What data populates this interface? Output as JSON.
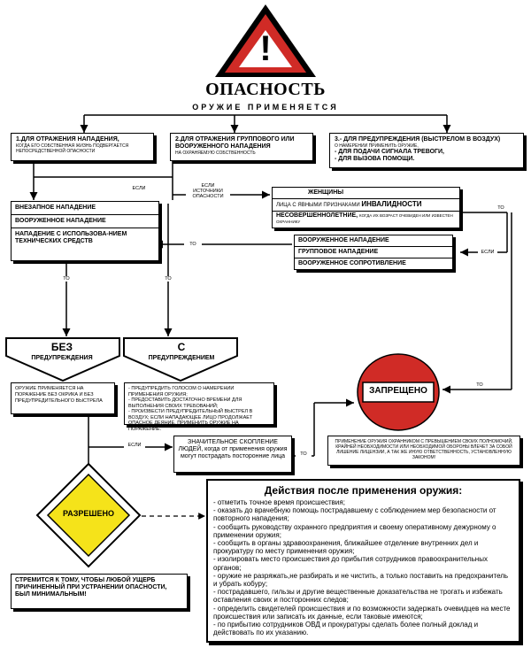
{
  "header": {
    "title": "ОПАСНОСТЬ",
    "subtitle": "ОРУЖИЕ ПРИМЕНЯЕТСЯ",
    "warning_mark": "!"
  },
  "top_boxes": {
    "b1_title": "1.ДЛЯ ОТРАЖЕНИЯ НАПАДЕНИЯ,",
    "b1_note": "КОГДА ЕГО СОБСТВЕННАЯ ЖИЗНЬ ПОДВЕРГАЕТСЯ НЕПОСРЕДСТВЕННОЙ ОПАСНОСТИ",
    "b2_title": "2.ДЛЯ ОТРАЖЕНИЯ ГРУППОВОГО ИЛИ ВООРУЖЕННОГО НАПАДЕНИЯ",
    "b2_note": "НА ОХРАНЯЕМУЮ СОБСТВЕННОСТЬ",
    "b3_title": "3.- ДЛЯ ПРЕДУПРЕЖДЕНИЯ (ВЫСТРЕЛОМ В ВОЗДУХ)",
    "b3_note": "О НАМЕРЕНИИ ПРИМЕНИТЬ ОРУЖИЕ,",
    "b3_item1": "- ДЛЯ ПОДАЧИ СИГНАЛА ТРЕВОГИ,",
    "b3_item2": "- ДЛЯ ВЫЗОВА ПОМОЩИ."
  },
  "labels": {
    "if": "ЕСЛИ",
    "if_sources": "ЕСЛИ ИСТОЧНИКИ ОПАСНОСТИ",
    "to": "ТО"
  },
  "left_group": {
    "item1": "ВНЕЗАПНОЕ НАПАДЕНИЕ",
    "item2": "ВООРУЖЕННОЕ НАПАДЕНИЕ",
    "item3": "НАПАДЕНИЕ С ИСПОЛЬЗОВА-НИЕМ ТЕХНИЧЕСКИХ СРЕДСТВ"
  },
  "persons_group": {
    "item1": "ЖЕНЩИНЫ",
    "item2_pre": "ЛИЦА С ЯВНЫМИ ПРИЗНАКАМИ",
    "item2_main": "ИНВАЛИДНОСТИ",
    "item3_main": "НЕСОВЕРШЕННОЛЕТНИЕ,",
    "item3_note": "КОГДА ИХ ВОЗРАСТ ОЧЕВИДЕН ИЛИ ИЗВЕСТЕН ОХРАННИКУ"
  },
  "attack_group": {
    "item1": "ВООРУЖЕННОЕ НАПАДЕНИЕ",
    "item2": "ГРУППОВОЕ НАПАДЕНИЕ",
    "item3": "ВООРУЖЕННОЕ СОПРОТИВЛЕНИЕ"
  },
  "arrows": {
    "without_title": "БЕЗ",
    "without_sub": "ПРЕДУПРЕЖДЕНИЯ",
    "with_title": "С",
    "with_sub": "ПРЕДУПРЕЖДЕНИЕМ"
  },
  "without_box": {
    "text": "ОРУЖИЕ ПРИМЕНЯЕТСЯ НА ПОРАЖЕНИЕ БЕЗ ОКРИКА И БЕЗ ПРЕДУПРЕДИТЕЛЬНОГО ВЫСТРЕЛА"
  },
  "with_box": {
    "line1": "- ПРЕДУПРЕДИТЬ ГОЛОСОМ О НАМЕРЕНИИ ПРИМЕНЕНИЯ ОРУЖИЯ;",
    "line2": "- ПРЕДОСТАВИТЬ ДОСТАТОЧНО ВРЕМЕНИ ДЛЯ ВЫПОЛНЕНИЯ СВОИХ ТРЕБОВАНИЙ;",
    "line3": "- ПРОИЗВЕСТИ ПРЕДУПРЕДИТЕЛЬНЫЙ ВЫСТРЕЛ В ВОЗДУХ; ЕСЛИ НАПАДАЮЩЕЕ ЛИЦО ПРОДОЛЖАЕТ ОПАСНОЕ ДЕЯНИЕ, ПРИМЕНИТЬ ОРУЖИЕ НА ПОРАЖЕНИЕ."
  },
  "crowd_box": {
    "text": "ЗНАЧИТЕЛЬНОЕ СКОПЛЕНИЕ ЛЮДЕЙ, когда от применения оружия могут пострадать посторонние лица"
  },
  "forbidden": {
    "label": "ЗАПРЕЩЕНО",
    "note": "ПРИМЕНЕНИЕ ОРУЖИЯ ОХРАННИКОМ С ПРЕВЫШЕНИЕМ СВОИХ ПОЛНОМОЧИЙ, КРАЙНЕЙ НЕОБХОДИМОСТИ ИЛИ НЕОБХОДИМОЙ ОБОРОНЫ ВЛЕЧЕТ ЗА СОБОЙ ЛИШЕНИЕ ЛИЦЕНЗИИ, А ТАК ЖЕ ИНУЮ ОТВЕТСТВЕННОСТЬ, УСТАНОВЛЕННУЮ ЗАКОНОМ!"
  },
  "allowed": {
    "label": "РАЗРЕШЕНО",
    "note": "СТРЕМИТСЯ К ТОМУ, ЧТОБЫ ЛЮБОЙ УЩЕРБ ПРИЧИНЕННЫЙ ПРИ УСТРАНЕНИИ ОПАСНОСТИ, БЫЛ МИНИМАЛЬНЫМ!"
  },
  "actions": {
    "title": "Действия после применения оружия:",
    "items": [
      "- отметить точное время происшествия;",
      "- оказать до врачебную помощь пострадавшему с соблюдением мер безопасности от повторного нападения;",
      "- сообщить руководству охранного предприятия и своему оперативному дежурному о применении оружия;",
      "- сообщить в органы здравоохранения, ближайшее отделение внутренних дел и прокуратуру по месту применения оружия;",
      "- изолировать место происшествия до прибытия сотрудников правоохранительных органов;",
      "- оружие не разряжать,не разбирать и не чистить, а только поставить на предохранитель и убрать кобуру;",
      "- пострадавшего, гильзы и другие вещественные доказательства не трогать и избежать оставления своих и посторонних следов;",
      "- определить свидетелей происшествия и по возможности задержать очевидцев на месте происшествия или записать их данные, если таковые имеются;",
      "- по прибытию сотрудников ОВД и прокуратуры сделать более полный доклад и действовать по их указанию."
    ]
  }
}
